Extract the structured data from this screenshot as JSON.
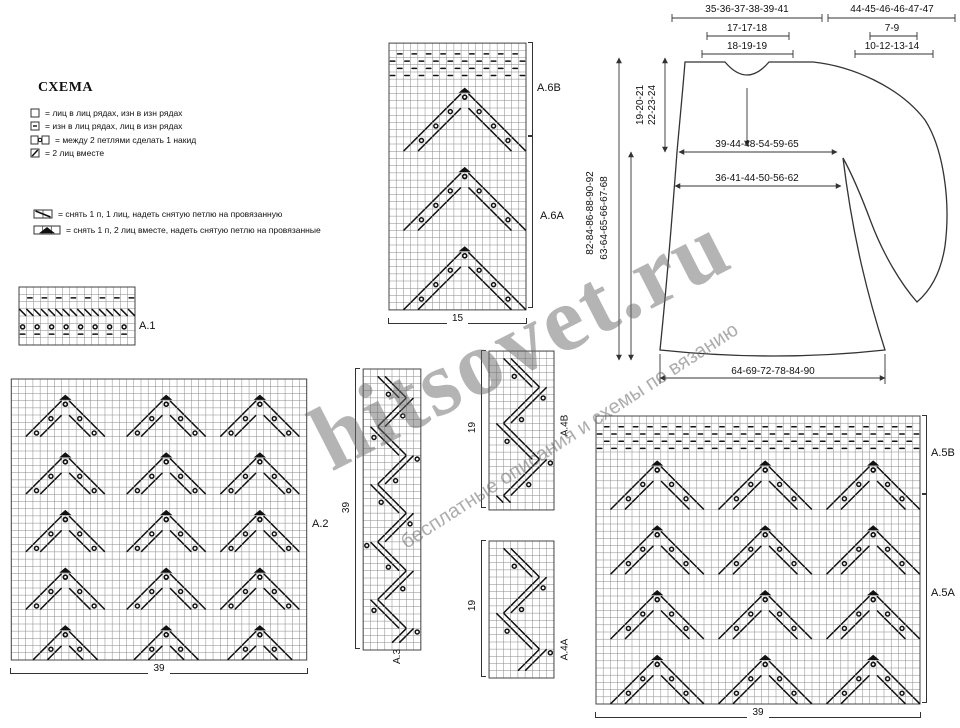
{
  "page": {
    "title": "СХЕМА"
  },
  "watermark": {
    "main": "hitsovet.ru",
    "sub": "бесплатные описания и схемы по вязанию"
  },
  "legend": {
    "basic": [
      {
        "icon": "knit-stitch-icon",
        "label": "= лиц в лиц рядах, изн в изн рядах"
      },
      {
        "icon": "purl-stitch-icon",
        "label": "= изн в лиц рядах, лиц в изн рядах"
      },
      {
        "icon": "yarn-over-icon",
        "label": "= между 2 петлями сделать 1 накид"
      },
      {
        "icon": "k2tog-icon",
        "label": "= 2 лиц вместе"
      }
    ],
    "advanced": [
      {
        "icon": "slip-knit-pass-icon",
        "label": "= снять 1 п, 1 лиц, надеть снятую петлю на провязанную"
      },
      {
        "icon": "slip-k2tog-pass-icon",
        "label": "= снять 1 п, 2 лиц вместе,  надеть снятую петлю на провязанные"
      }
    ]
  },
  "charts": {
    "a1": {
      "label": "A.1",
      "cols": 16,
      "rows": 8,
      "motif": "band"
    },
    "a2": {
      "label": "A.2",
      "cols": 41,
      "rows": 39,
      "bottom_count": "39",
      "motif": "lace"
    },
    "a3": {
      "label": "A.3",
      "cols": 8,
      "rows": 39,
      "side_count": "39",
      "motif": "narrow"
    },
    "a4b": {
      "label": "A.4B",
      "cols": 9,
      "rows": 22,
      "side_count": "19",
      "motif": "narrow"
    },
    "a4a": {
      "label": "A.4A",
      "cols": 9,
      "rows": 19,
      "side_count": "19",
      "motif": "narrow"
    },
    "a5": {
      "label_top": "A.5B",
      "label_bottom": "A.5A",
      "cols": 45,
      "rows": 40,
      "bottom_count": "39",
      "motif": "lace",
      "top_dashes": true,
      "split_row": 11
    },
    "a6": {
      "label_top": "A.6B",
      "label_bottom": "A.6A",
      "cols": 19,
      "rows": 37,
      "bottom_count": "15",
      "motif": "lace",
      "top_dashes": true,
      "split_row": 13
    }
  },
  "schematic": {
    "width_body": "35-36-37-38-39-41",
    "width_sleeve": "44-45-46-46-47-47",
    "neck": "17-17-18",
    "sleeve_edge": "7-9",
    "shoulder": "18-19-19",
    "cuff": "10-12-13-14",
    "yoke_depth_1": "19-20-21",
    "yoke_depth_2": "22-23-24",
    "length_total": "82-84-86-88-90-92",
    "length_skirt": "63-64-65-66-67-68",
    "bust": "39-44-48-54-59-65",
    "under_bust": "36-41-44-50-56-62",
    "hem": "64-69-72-78-84-90"
  }
}
